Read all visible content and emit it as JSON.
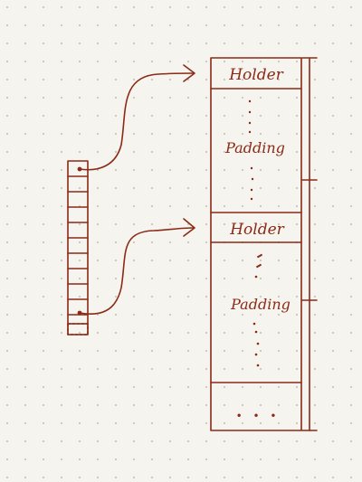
{
  "colors": {
    "ink": "#8b2a16",
    "paper": "#f6f4ef",
    "dot": "#c9c5bd"
  },
  "memory_block": {
    "segments": [
      {
        "header": "Holder",
        "body": "Padding"
      },
      {
        "header": "Holder",
        "body": "Padding"
      }
    ],
    "trailing": "• • •"
  }
}
